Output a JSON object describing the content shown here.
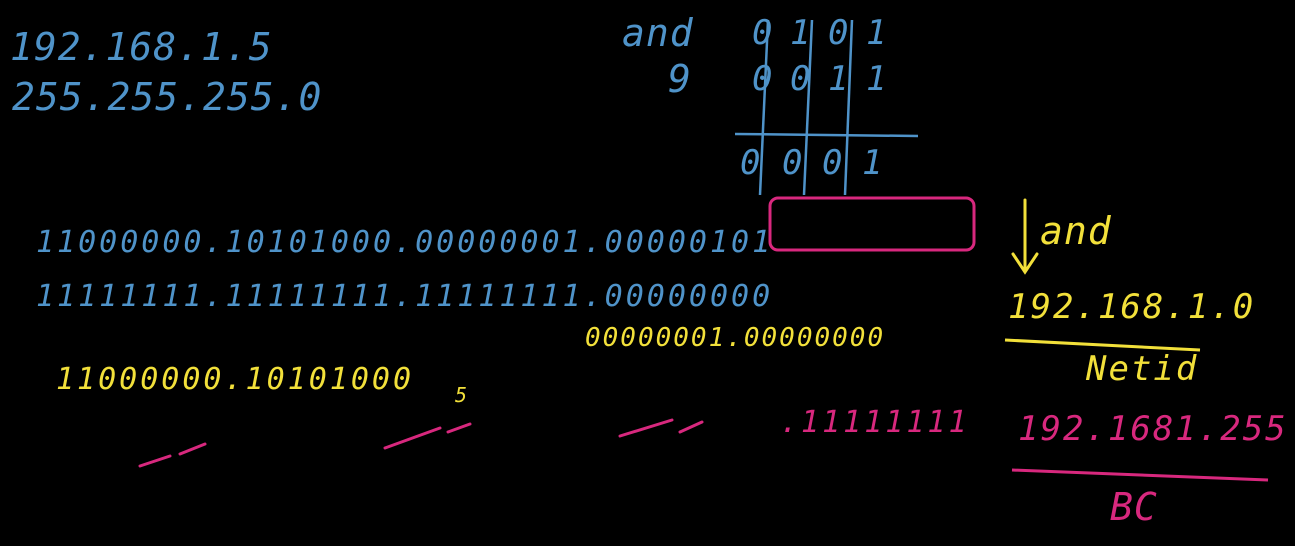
{
  "colors": {
    "background": "#000000",
    "blue": "#4f93c9",
    "yellow": "#f2e03a",
    "magenta": "#d8287e"
  },
  "header": {
    "ip": "192.168.1.5",
    "mask": "255.255.255.0"
  },
  "truth_table": {
    "op_top": "and",
    "op_bottom": "9",
    "row_a": [
      "0",
      "1",
      "0",
      "1"
    ],
    "row_b": [
      "0",
      "0",
      "1",
      "1"
    ],
    "row_result": [
      "0",
      "0",
      "0",
      "1"
    ]
  },
  "binary": {
    "ip_bin": "11000000.10101000.00000001.00000101",
    "mask_bin": "11111111.11111111.11111111.00000000",
    "result_bin_rest": "00000001.00000000",
    "netid_bin": "11000000.10101000",
    "netid_mark": "5",
    "broadcast_host": ".11111111"
  },
  "results": {
    "and_label": "and",
    "network_ip": "192.168.1.0",
    "network_label": "Netid",
    "broadcast_ip": "192.1681.255",
    "broadcast_label": "BC"
  }
}
